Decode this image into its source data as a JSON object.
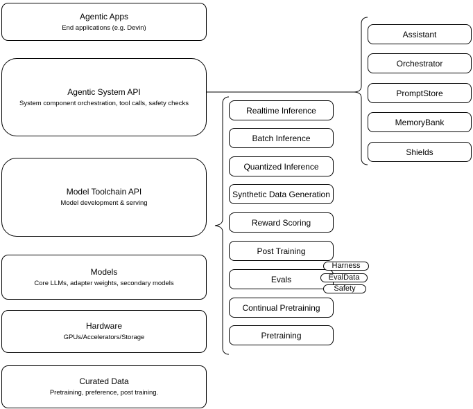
{
  "diagram": {
    "colors": {
      "stroke": "#000000",
      "fill": "#ffffff",
      "text": "#000000",
      "background": "#ffffff"
    },
    "left_column": [
      {
        "title": "Agentic Apps",
        "subtitle": "End applications (e.g. Devin)"
      },
      {
        "title": "Agentic System API",
        "subtitle": "System component orchestration, tool calls, safety checks"
      },
      {
        "title": "Model Toolchain API",
        "subtitle": "Model development & serving"
      },
      {
        "title": "Models",
        "subtitle": "Core LLMs, adapter weights, secondary models"
      },
      {
        "title": "Hardware",
        "subtitle": "GPUs/Accelerators/Storage"
      },
      {
        "title": "Curated Data",
        "subtitle": "Pretraining, preference, post training."
      }
    ],
    "toolchain_items": [
      "Realtime Inference",
      "Batch Inference",
      "Quantized Inference",
      "Synthetic Data Generation",
      "Reward Scoring",
      "Post Training",
      "Evals",
      "Continual Pretraining",
      "Pretraining"
    ],
    "eval_tags": [
      "Harness",
      "EvalData",
      "Safety"
    ],
    "system_components": [
      "Assistant",
      "Orchestrator",
      "PromptStore",
      "MemoryBank",
      "Shields"
    ]
  }
}
